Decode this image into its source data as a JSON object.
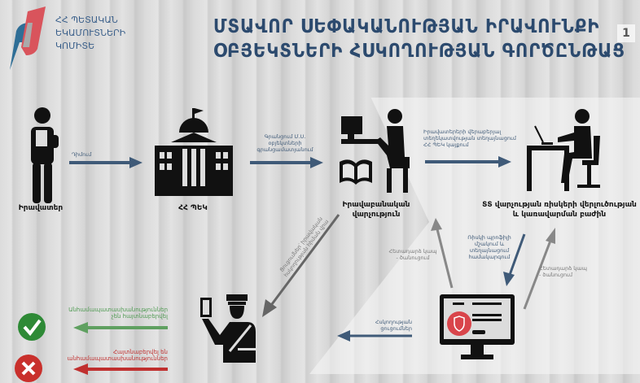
{
  "logo": {
    "org_name_lines": [
      "ՀՀ ՊԵՏԱԿԱՆ",
      "ԵԿԱՄՈՒՏՆԵՐԻ",
      "ԿՈՄԻՏԵ"
    ],
    "colors": {
      "blue": "#2f6e96",
      "red": "#d9545c"
    }
  },
  "title": {
    "line1": "ՄՏԱՎՈՐ ՍԵՓԱԿԱՆՈՒԹՅԱՆ ԻՐԱՎՈՒՆՔԻ",
    "line2": "ՕԲՅԵԿՏՆԵՐԻ ՀՍԿՈՂՈՒԹՅԱՆ ԳՈՐԾԸՆԹԱՑ",
    "color": "#2c4a6e"
  },
  "channel_logo": "1",
  "nodes": {
    "owner": {
      "label": "Իրավատեր",
      "icon": "person-icon"
    },
    "src": {
      "label": "ՀՀ ՊԵԿ",
      "icon": "government-building-icon"
    },
    "legal": {
      "label_lines": [
        "Իրավաբանական",
        "վարչություն"
      ],
      "icon": "computer-worker-icon"
    },
    "risk": {
      "label_lines": [
        "ՏՏ վարչության ռիսկերի վերլուծության",
        "և կառավարման բաժին"
      ],
      "icon": "desk-worker-icon"
    },
    "system": {
      "icon": "monitor-shield-icon"
    },
    "customs": {
      "icon": "customs-officer-icon"
    }
  },
  "arrows": {
    "application": "Դիմում",
    "registration": [
      "Գրանցում Մ.Ս.",
      "օբյեկտների",
      "գրանցամատյանում"
    ],
    "publication": [
      "Իրավատերերի վերաբերյալ",
      "տեղեկատվության տեղայնացում",
      "ՀՀ ՊԵԿ կայքում"
    ],
    "feedback_left": [
      "Հետադարձ կապ",
      "- ծանուցում"
    ],
    "risk_profile": [
      "Ռիսկի պրոֆիլի",
      "մշակում և",
      "տեղայնացում",
      "համակարգում"
    ],
    "feedback_right": [
      "Հետադարձ կապ",
      "- ծանուցում"
    ],
    "control_instructions": [
      "Հսկողության",
      "ցուցումներ"
    ],
    "legal_instructions": [
      "Ցուցումներ՝ իրավական",
      "հսկողության հիման վրա"
    ]
  },
  "outcomes": {
    "ok": {
      "label_lines": [
        "Անհամապատասխանություններ",
        "չեն հայտնաբերվել"
      ],
      "color": "#4f9a52"
    },
    "fail": {
      "label_lines": [
        "Հայտնաբերվել են",
        "անհամապատասխանություններ"
      ],
      "color": "#c0302f"
    }
  }
}
